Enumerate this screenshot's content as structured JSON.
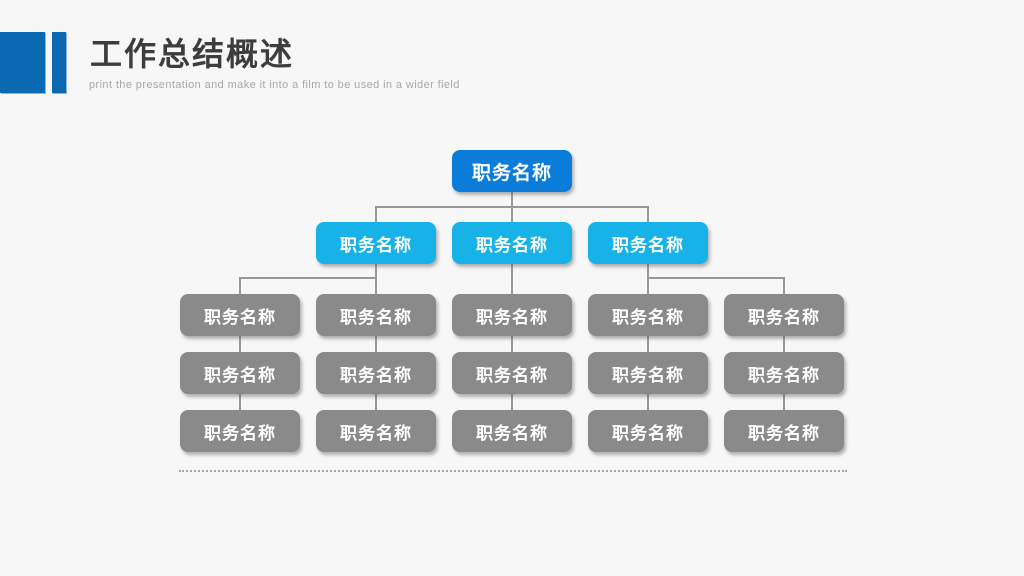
{
  "slide": {
    "title": "工作总结概述",
    "subtitle": "print the presentation and make it into a film to be used in a wider field"
  },
  "org_chart": {
    "root_label": "职务名称",
    "level2_labels": [
      "职务名称",
      "职务名称",
      "职务名称"
    ],
    "level3_labels": [
      [
        "职务名称",
        "职务名称",
        "职务名称"
      ],
      [
        "职务名称",
        "职务名称",
        "职务名称"
      ],
      [
        "职务名称",
        "职务名称",
        "职务名称"
      ],
      [
        "职务名称",
        "职务名称",
        "职务名称"
      ],
      [
        "职务名称",
        "职务名称",
        "职务名称"
      ]
    ]
  },
  "colors": {
    "header_accent": "#0b69b2",
    "root_node": "#0b7cd9",
    "level2_node": "#17b3e8",
    "level3_node": "#8a8a8a",
    "connector": "#989898",
    "background": "#f7f7f8"
  }
}
